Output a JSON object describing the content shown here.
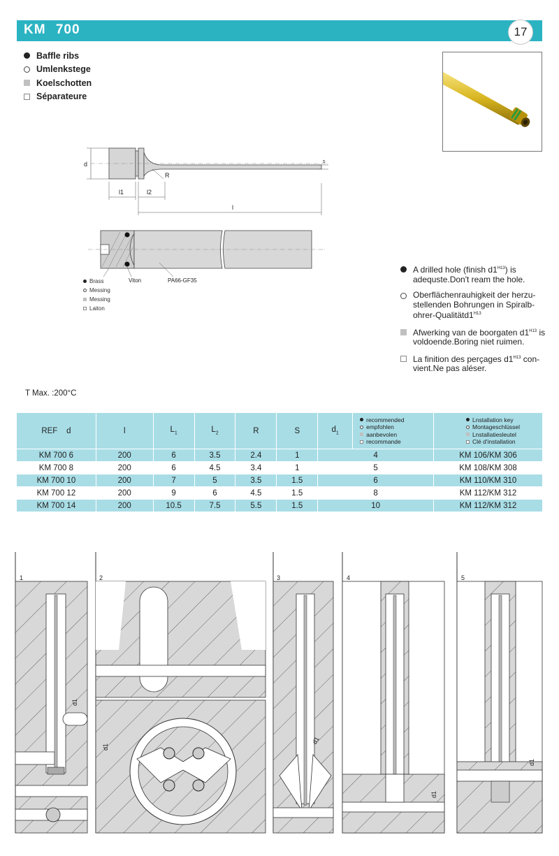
{
  "header": {
    "title": "KM 700",
    "page_number": "17",
    "bar_color": "#2bb3c2"
  },
  "languages": [
    {
      "marker": "dot",
      "label": "Baffle ribs"
    },
    {
      "marker": "ring",
      "label": "Umlenkstege"
    },
    {
      "marker": "sq",
      "label": "Koelschotten"
    },
    {
      "marker": "osq",
      "label": "Séparateure"
    }
  ],
  "drawing": {
    "dims": {
      "d": "d",
      "s": "s",
      "R": "R",
      "l1": "l1",
      "l2": "l2",
      "l": "l"
    },
    "parts": {
      "viton": "Viton",
      "material": "PA66-GF35"
    }
  },
  "material_legend": [
    {
      "marker": "dot",
      "label": "Brass"
    },
    {
      "marker": "ring",
      "label": "Messing"
    },
    {
      "marker": "sq",
      "label": "Messing"
    },
    {
      "marker": "osq",
      "label": "Laiton"
    }
  ],
  "notes": [
    {
      "marker": "dot",
      "pre": "A drilled hole (finish d1",
      "sup": "H13",
      "post": ") is adequste.Don't ream the hole."
    },
    {
      "marker": "ring",
      "pre": "Oberflächenrauhigkeit der herzu-stellenden Bohrungen in Spiralb-ohrer-Qualitätd1",
      "sup": "H13",
      "post": ""
    },
    {
      "marker": "sq",
      "pre": "Afwerking van de boorgaten d1",
      "sup": "H13",
      "post": " is voldoende.Boring niet ruimen."
    },
    {
      "marker": "osq",
      "pre": "La finition des perçages d1",
      "sup": "H13",
      "post": " con-vient.Ne pas aléser."
    }
  ],
  "tmax": "T Max. :200°C",
  "table": {
    "headers": {
      "ref": "REF",
      "d": "d",
      "l": "l",
      "l1": "L",
      "l1_sub": "1",
      "l2": "L",
      "l2_sub": "2",
      "r": "R",
      "s": "S",
      "d1": "d",
      "d1_sub": "1"
    },
    "d1_legend": [
      {
        "marker": "dot",
        "label": "recommended"
      },
      {
        "marker": "ring",
        "label": "empfohlen"
      },
      {
        "marker": "sq",
        "label": "aanbevolen"
      },
      {
        "marker": "osq",
        "label": "recommande"
      }
    ],
    "key_legend": [
      {
        "marker": "dot",
        "label": "Lnstallation key"
      },
      {
        "marker": "ring",
        "label": "Montageschlüssel"
      },
      {
        "marker": "sq",
        "label": "Lnstallatiesleutel"
      },
      {
        "marker": "osq",
        "label": "Clé d'installation"
      }
    ],
    "rows": [
      {
        "ref": "KM 700  6",
        "l": "200",
        "l1": "6",
        "l2": "3.5",
        "r": "2.4",
        "s": "1",
        "d1": "4",
        "key": "KM 106/KM 306"
      },
      {
        "ref": "KM 700  8",
        "l": "200",
        "l1": "6",
        "l2": "4.5",
        "r": "3.4",
        "s": "1",
        "d1": "5",
        "key": "KM 108/KM 308"
      },
      {
        "ref": "KM 700  10",
        "l": "200",
        "l1": "7",
        "l2": "5",
        "r": "3.5",
        "s": "1.5",
        "d1": "6",
        "key": "KM 110/KM 310"
      },
      {
        "ref": "KM 700  12",
        "l": "200",
        "l1": "9",
        "l2": "6",
        "r": "4.5",
        "s": "1.5",
        "d1": "8",
        "key": "KM 112/KM 312"
      },
      {
        "ref": "KM 700  14",
        "l": "200",
        "l1": "10.5",
        "l2": "7.5",
        "r": "5.5",
        "s": "1.5",
        "d1": "10",
        "key": "KM 112/KM 312"
      }
    ]
  },
  "examples": [
    {
      "number": "1",
      "dim": "d1"
    },
    {
      "number": "2",
      "dim": "d1"
    },
    {
      "number": "3",
      "dim": "d1"
    },
    {
      "number": "4",
      "dim": "d1"
    },
    {
      "number": "5",
      "dim": "d1"
    }
  ]
}
